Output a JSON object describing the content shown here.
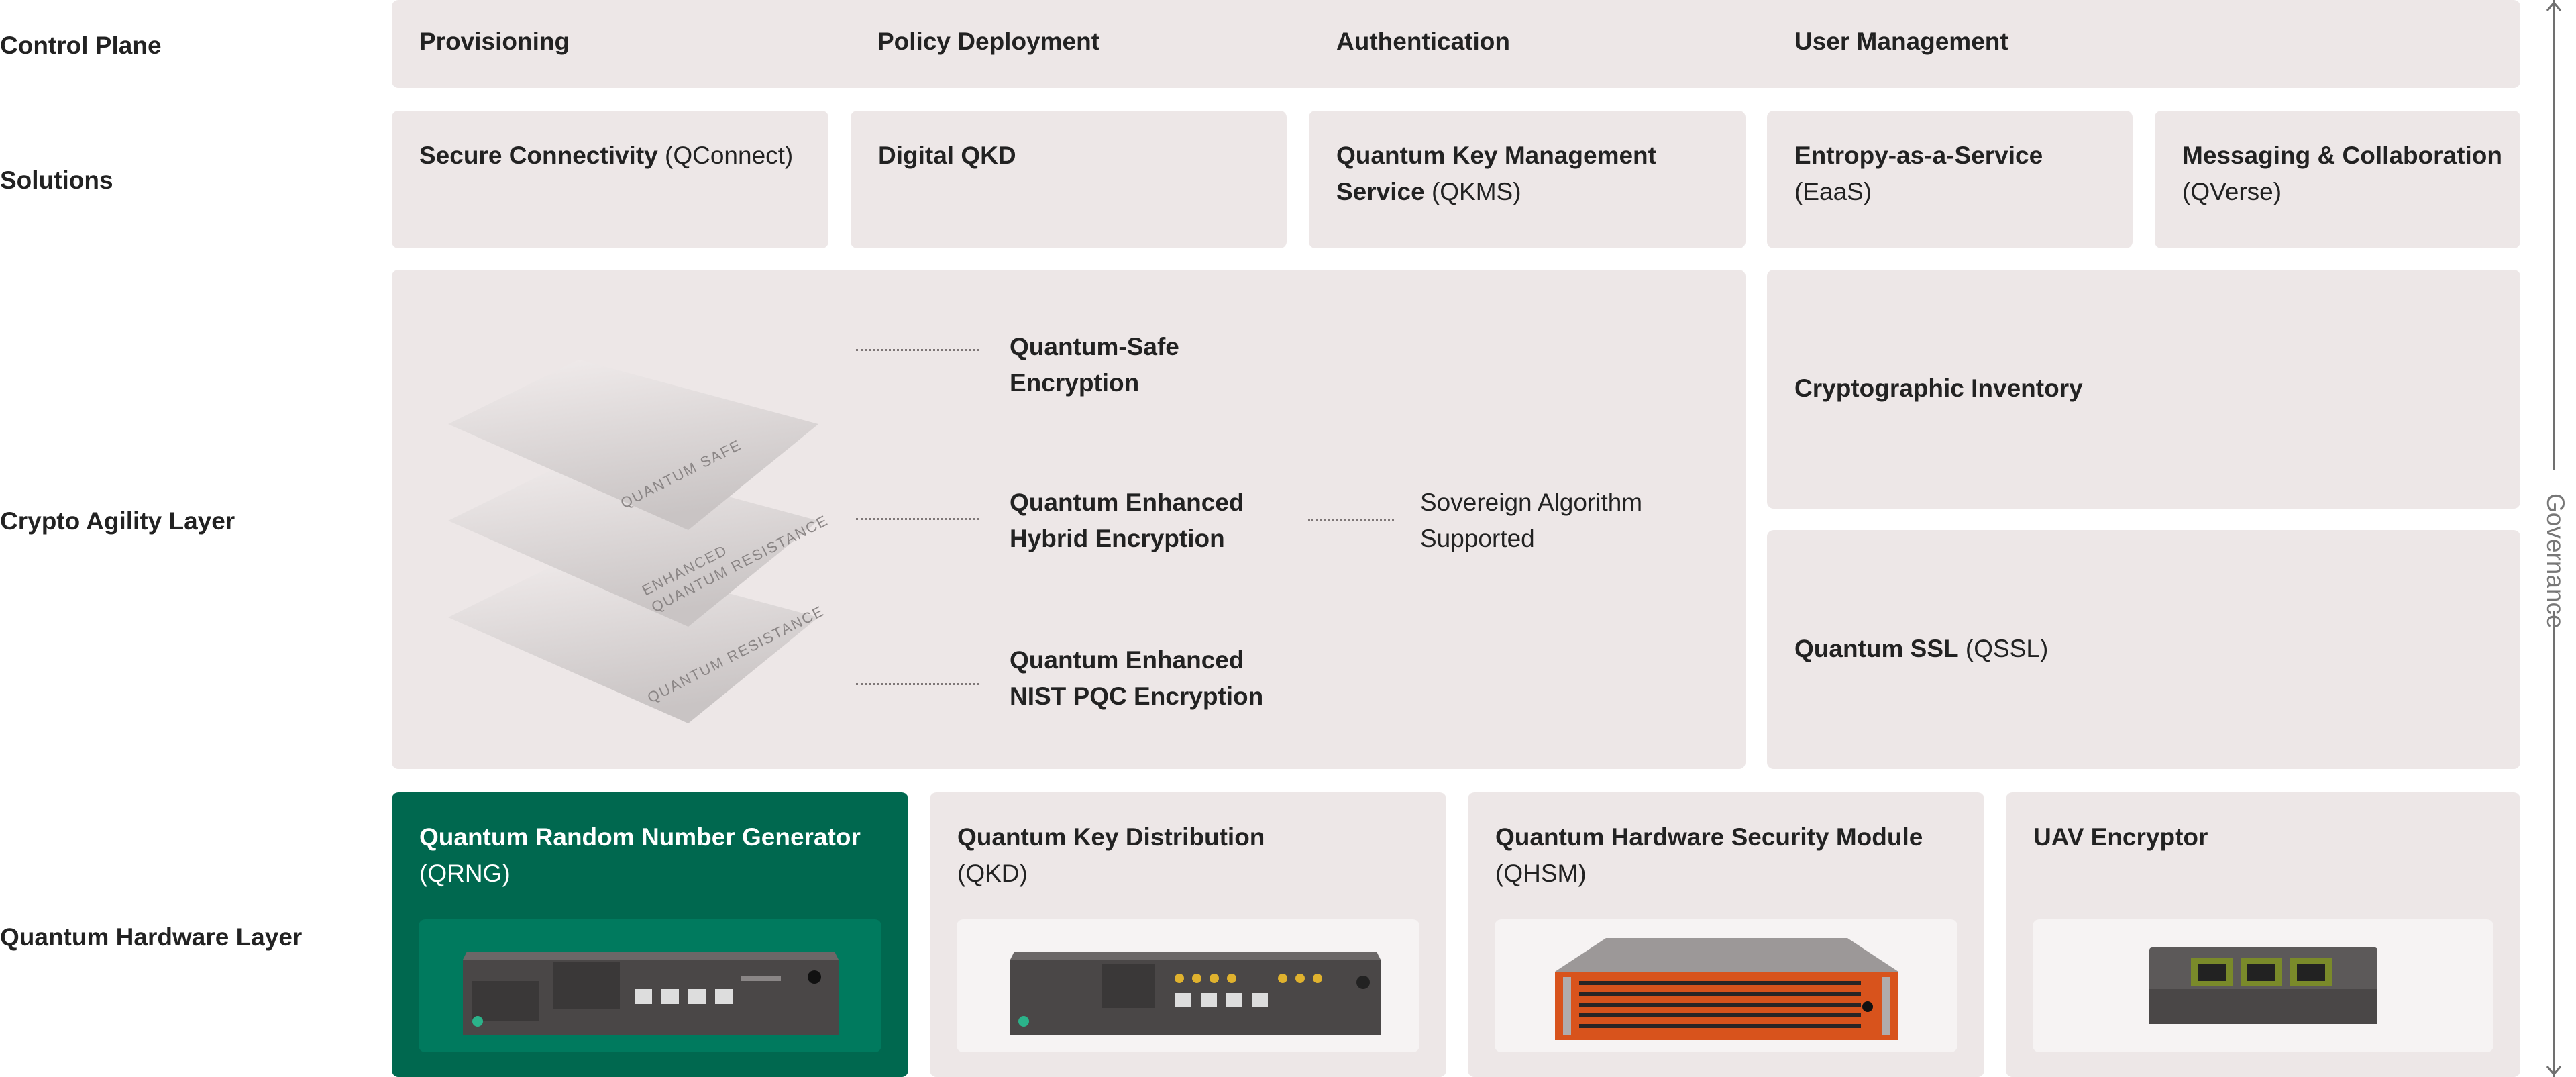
{
  "rows": {
    "control_plane": "Control Plane",
    "solutions": "Solutions",
    "crypto_agility": "Crypto Agility Layer",
    "hardware": "Quantum Hardware Layer"
  },
  "control_plane": {
    "provisioning": "Provisioning",
    "policy_deployment": "Policy Deployment",
    "authentication": "Authentication",
    "user_management": "User Management"
  },
  "solutions": {
    "secure_connectivity": {
      "name": "Secure Connectivity",
      "suffix": " (QConnect)"
    },
    "digital_qkd": {
      "name": "Digital QKD"
    },
    "qkms": {
      "name": "Quantum Key Management Service",
      "suffix": " (QKMS)"
    },
    "eaas": {
      "name": "Entropy-as-a-Service",
      "suffix": "(EaaS)"
    },
    "qverse": {
      "name": "Messaging & Collaboration",
      "suffix": "(QVerse)"
    }
  },
  "crypto_agility": {
    "stack": {
      "top": "QUANTUM SAFE",
      "middle_1": "ENHANCED",
      "middle_2": "QUANTUM RESISTANCE",
      "bottom": "QUANTUM RESISTANCE"
    },
    "layer_safe_1": "Quantum-Safe",
    "layer_safe_2": "Encryption",
    "layer_hybrid_1": "Quantum Enhanced",
    "layer_hybrid_2": "Hybrid Encryption",
    "layer_nist_1": "Quantum Enhanced",
    "layer_nist_2": "NIST PQC Encryption",
    "sovereign_1": "Sovereign Algorithm",
    "sovereign_2": "Supported",
    "cryptographic_inventory": "Cryptographic Inventory",
    "qssl": {
      "name": "Quantum SSL",
      "suffix": " (QSSL)"
    }
  },
  "hardware": {
    "qrng": {
      "name": "Quantum Random Number Generator",
      "suffix": "(QRNG)"
    },
    "qkd": {
      "name": "Quantum Key Distribution",
      "suffix": "(QKD)"
    },
    "qhsm": {
      "name": "Quantum Hardware Security Module",
      "suffix": "(QHSM)"
    },
    "uav": {
      "name": "UAV Encryptor"
    }
  },
  "governance": "Governance",
  "colors": {
    "panel": "#ede7e7",
    "accent_green": "#00684f",
    "hsm_orange": "#d8531c",
    "device_gray": "#4a4747"
  },
  "icons": [
    "layer-stack-icon",
    "qrng-device-icon",
    "qkd-device-icon",
    "hsm-device-icon",
    "uav-device-icon"
  ]
}
